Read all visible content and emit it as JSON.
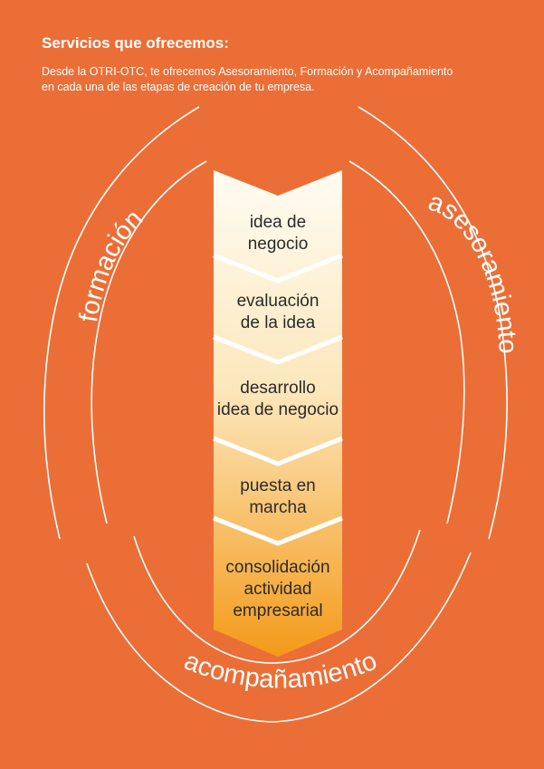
{
  "header": {
    "title": "Servicios que ofrecemos:",
    "intro_lines": [
      "Desde la OTRI-OTC, te ofrecemos Asesoramiento, Formación y Acompañamiento",
      "en cada una de las etapas de creación de  tu empresa."
    ]
  },
  "ring_labels": {
    "left": "formación",
    "right": "asesoramiento",
    "bottom": "acompañamiento"
  },
  "steps": [
    {
      "lines": [
        "idea de",
        "negocio"
      ]
    },
    {
      "lines": [
        "evaluación",
        "de la idea"
      ]
    },
    {
      "lines": [
        "desarrollo",
        "idea de negocio"
      ]
    },
    {
      "lines": [
        "puesta en",
        "marcha"
      ]
    },
    {
      "lines": [
        "consolidación",
        "actividad",
        "empresarial"
      ]
    }
  ],
  "colors": {
    "background": "#EC6E37",
    "arrow_top": "#FFFCF2",
    "arrow_bottom": "#F49A1A",
    "outline": "#FFFFFF",
    "step_text": "#2B2B2B"
  }
}
